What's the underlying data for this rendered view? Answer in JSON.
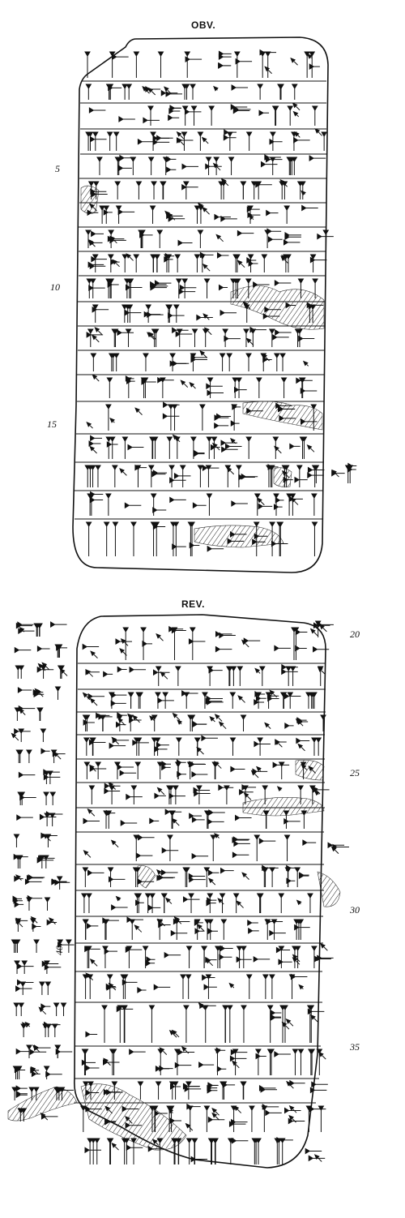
{
  "obverse": {
    "label": "OBV."
  },
  "reverse": {
    "label": "REV."
  },
  "line_numbers": {
    "obverse": [
      "5",
      "10",
      "15"
    ],
    "reverse": [
      "20",
      "25",
      "30",
      "35"
    ],
    "edge": [
      "40"
    ]
  }
}
